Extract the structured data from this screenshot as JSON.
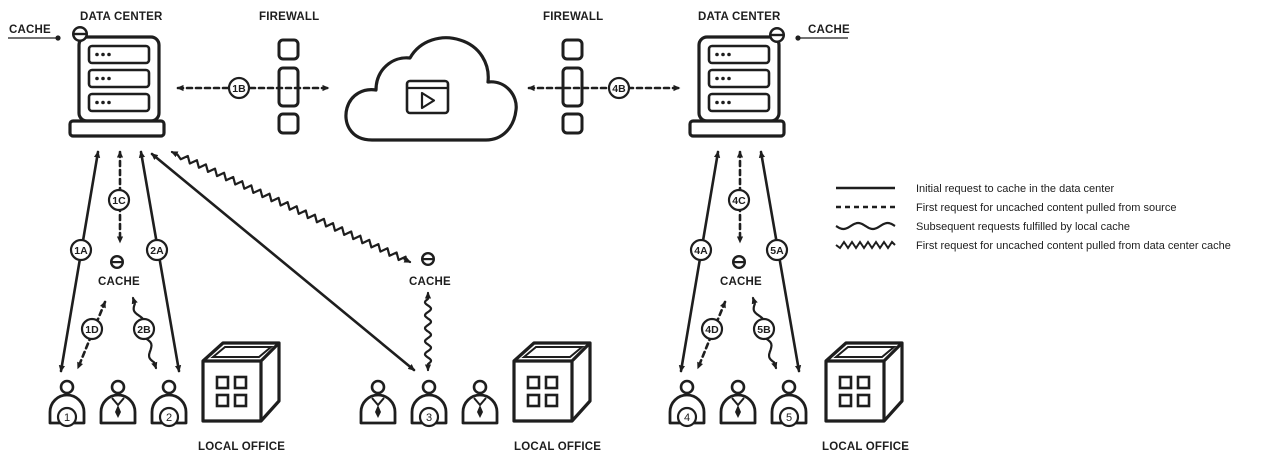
{
  "labels": {
    "data_center": "DATA CENTER",
    "firewall": "FIREWALL",
    "cache": "CACHE",
    "local_office": "LOCAL OFFICE"
  },
  "badges": {
    "b1a": "1A",
    "b1b": "1B",
    "b1c": "1C",
    "b1d": "1D",
    "b2a": "2A",
    "b2b": "2B",
    "b4a": "4A",
    "b4b": "4B",
    "b4c": "4C",
    "b4d": "4D",
    "b5a": "5A",
    "b5b": "5B"
  },
  "users": {
    "u1": "1",
    "u2": "2",
    "u3": "3",
    "u4": "4",
    "u5": "5"
  },
  "legend": {
    "solid": "Initial request to cache in the data center",
    "dashed": "First request for uncached content pulled from source",
    "wavy": "Subsequent requests fulfilled by local cache",
    "zigzag": "First request for uncached content pulled from data center cache"
  },
  "colors": {
    "ink": "#1e1e1e",
    "background": "#ffffff"
  }
}
